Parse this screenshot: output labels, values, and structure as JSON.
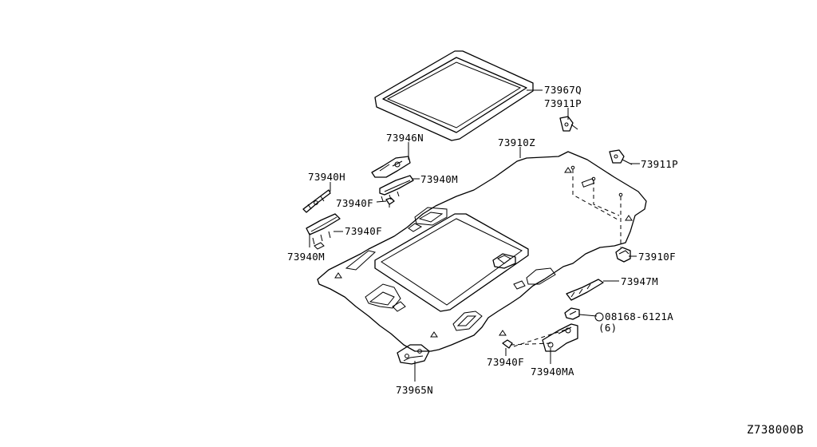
{
  "callouts": {
    "p73967Q": "73967Q",
    "p73911P_top": "73911P",
    "p73910Z": "73910Z",
    "p73911P_right": "73911P",
    "p73946N": "73946N",
    "p73940H": "73940H",
    "p73940M_top": "73940M",
    "p73940F_top": "73940F",
    "p73940F_left": "73940F",
    "p73940M_left": "73940M",
    "p73910F": "73910F",
    "p73947M": "73947M",
    "p08168": "08168-6121A",
    "p08168_qty": "(6)",
    "p73940F_bottom": "73940F",
    "p73940MA": "73940MA",
    "p73965N": "73965N"
  },
  "diagram_code": "Z738000B"
}
